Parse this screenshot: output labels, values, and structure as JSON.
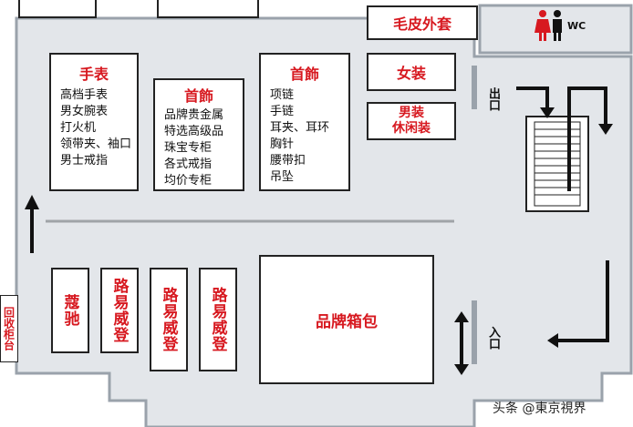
{
  "map": {
    "colors": {
      "floor": "#e3e6ea",
      "wall": "#9aa2ab",
      "accent": "#d71920",
      "ink": "#111111"
    },
    "shops": {
      "fur_coat": "毛皮外套",
      "women": "女装",
      "men": {
        "line1": "男装",
        "line2": "休闲装"
      },
      "watches": {
        "title": "手表",
        "items": [
          "高档手表",
          "男女腕表",
          "打火机",
          "领带夹、袖口",
          "男士戒指"
        ]
      },
      "jewelry_a": {
        "title": "首飾",
        "items": [
          "品牌贵金属",
          "特选高级品",
          "珠宝专柜",
          "各式戒指",
          "均价专柜"
        ]
      },
      "jewelry_b": {
        "title": "首飾",
        "items": [
          "项链",
          "手链",
          "耳夹、耳环",
          "胸针",
          "腰带扣",
          "吊坠"
        ]
      },
      "coach": "蔻驰",
      "lv_1": "路易威登",
      "lv_2": "路易威登",
      "lv_3": "路易威登",
      "handbags": "品牌箱包",
      "recycle": "回收柜台"
    },
    "labels": {
      "wc": "WC",
      "exit": "出口",
      "entrance": "入口"
    },
    "watermark": "头条 @東京視界",
    "icons": [
      "female-restroom-icon",
      "male-restroom-icon",
      "escalator-icon",
      "direction-arrow-icon"
    ]
  }
}
